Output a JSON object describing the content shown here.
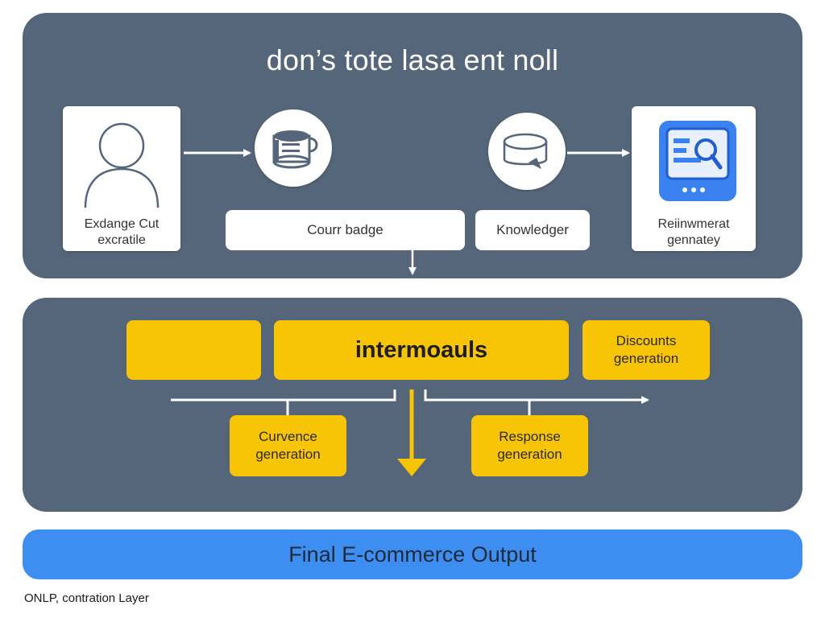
{
  "colors": {
    "panel": "#56667a",
    "accent_yellow": "#f7c406",
    "output_blue": "#3d8ef0",
    "icon_blue": "#3b82f0"
  },
  "diagram": {
    "title": "don’s tote lasa ent noll",
    "nodes": {
      "user_card": {
        "label_line1": "Exdange Cut",
        "label_line2": "excratile",
        "icon": "person-icon"
      },
      "badge_circle": {
        "icon": "database-scroll-icon"
      },
      "badge_pill": {
        "label": "Courr badge"
      },
      "knowledge_circle": {
        "icon": "database-icon"
      },
      "knowledge_pill": {
        "label": "Knowledger"
      },
      "ref_card": {
        "label_line1": "Reiinwmerat",
        "label_line2": "gennatey",
        "icon": "document-search-icon"
      },
      "blank_box": {
        "label": ""
      },
      "main_box": {
        "label": "intermoauls"
      },
      "discounts_box": {
        "label_line1": "Discounts",
        "label_line2": "generation"
      },
      "curvence_box": {
        "label_line1": "Curvence",
        "label_line2": "generation"
      },
      "response_box": {
        "label_line1": "Response",
        "label_line2": "generation"
      }
    },
    "output": {
      "label": "Final E-commerce Output"
    },
    "footer": {
      "label": "ONLP, contration Layer"
    }
  }
}
